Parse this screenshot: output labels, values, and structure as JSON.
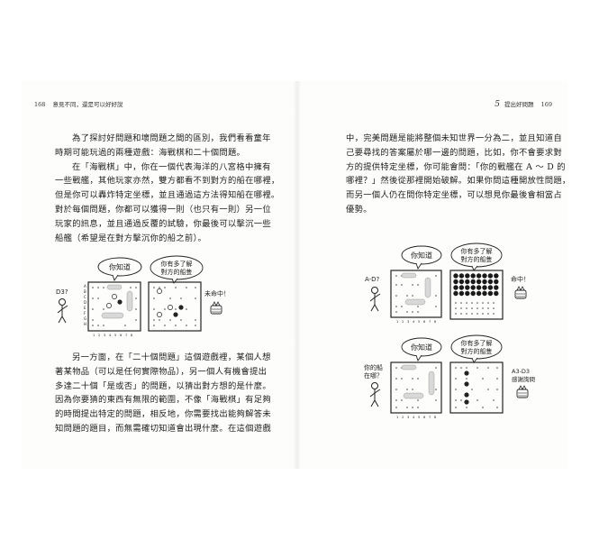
{
  "left_page": {
    "page_number": "168",
    "running_title": "意見不同，還是可以好好說",
    "paragraph_1": [
      "為了探討好問題和壞問題之間的區別，我們看看童年",
      "時期可能玩過的兩種遊戲：海戰棋和二十個問題。",
      "在「海戰棋」中，你在一個代表海洋的八宮格中擁有",
      "一些戰艦，其他玩家亦然，雙方都看不到對方的船在哪裡，",
      "但是你可以轟炸特定坐標，並且通過這方法得知船在哪裡。",
      "對於每個問題，你都可以獲得一則（也只有一則）另一位",
      "玩家的訊息，並且通過反覆的試驗，你最後可以擊沉一些",
      "船艦（希望是在對方擊沉你的船之前）。"
    ],
    "paragraph_2": [
      "另一方面，在「二十個問題」這個遊戲裡，某個人想",
      "著某物品（可以是任何實際物品），另一個人有機會提出",
      "多達二十個「是或否」的問題，以猜出對方想的是什麼。",
      "因為你要猜的東西有無限的範圍，不像「海戰棋」有足夠",
      "的時間提出特定的問題，相反地，你需要找出能夠解答未",
      "知問題的題目，而無需確切知道會出現什麼。在這個遊戲"
    ],
    "figure": {
      "bubble_known": "你知道",
      "bubble_need": [
        "你有多了解",
        "對方的船隻"
      ],
      "person_question": "D3?",
      "response": "未命中！",
      "row_labels": [
        "A",
        "B",
        "C",
        "D",
        "E",
        "F",
        "G",
        "H"
      ],
      "col_labels": [
        "1",
        "2",
        "3",
        "4",
        "5",
        "6",
        "7",
        "8"
      ]
    }
  },
  "right_page": {
    "chapter_number": "5",
    "running_title": "提出好問題",
    "page_number": "169",
    "paragraph_1": [
      "中，完美問題是能將整個未知世界一分為二，並且知道自",
      "己要尋找的答案屬於哪一邊的問題，比如，你不會要求對",
      "方的提供特定坐標，你可能會問：「你的戰艦在 A ～ D 的",
      "哪裡？」然後從那裡開始破解。如果你問這種開放性問題，",
      "而另一個人仍在問你特定坐標，可以想見你最後會相當占",
      "優勢。"
    ],
    "figure_1": {
      "bubble_known": "你知道",
      "bubble_need": [
        "你有多了解",
        "對方的船隻"
      ],
      "person_question": "A-D?",
      "response": "命中！",
      "col_labels": [
        "1",
        "2",
        "3",
        "4",
        "5",
        "6",
        "7",
        "8"
      ]
    },
    "figure_2": {
      "bubble_known": "你知道",
      "bubble_need": [
        "你有多了解",
        "對方的船隻"
      ],
      "person_question": [
        "你的船",
        "在哪？"
      ],
      "response": [
        "A3-D3",
        "感謝詢問"
      ],
      "col_labels": [
        "1",
        "2",
        "3",
        "4",
        "5",
        "6",
        "7",
        "8"
      ]
    }
  }
}
